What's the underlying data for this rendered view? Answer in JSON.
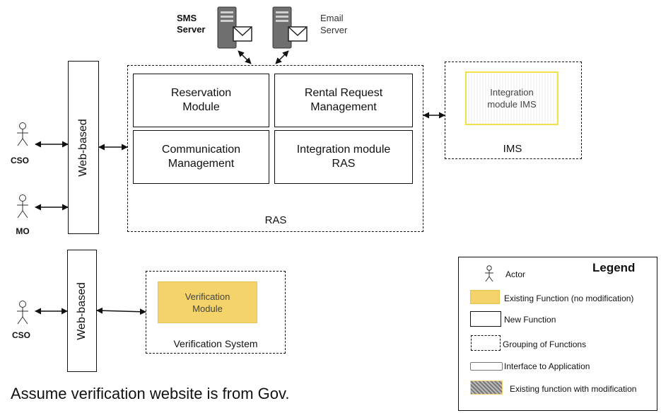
{
  "servers": {
    "sms_label": "SMS\nServer",
    "email_label": "Email\nServer"
  },
  "ras": {
    "label": "RAS",
    "modules": {
      "reservation": "Reservation\nModule",
      "rental": "Rental Request\nManagement",
      "communication": "Communication\nManagement",
      "integration": "Integration module\nRAS"
    }
  },
  "ims": {
    "label": "IMS",
    "module": "Integration\nmodule IMS"
  },
  "web_based_top": "Web-based",
  "web_based_bottom": "Web-based",
  "actors": {
    "cso_top": "CSO",
    "mo": "MO",
    "cso_bottom": "CSO"
  },
  "verification": {
    "label": "Verification System",
    "module": "Verification\nModule"
  },
  "note": "Assume verification website is from Gov.",
  "legend": {
    "title": "Legend",
    "actor": "Actor",
    "existing": "Existing Function (no modification)",
    "new": "New Function",
    "grouping": "Grouping of Functions",
    "interface": "Interface to Application",
    "modified": "Existing function with modification"
  },
  "colors": {
    "existing_fill": "#f3d36a",
    "ims_border": "#f2e24a",
    "server_body": "#6f6f6f"
  }
}
